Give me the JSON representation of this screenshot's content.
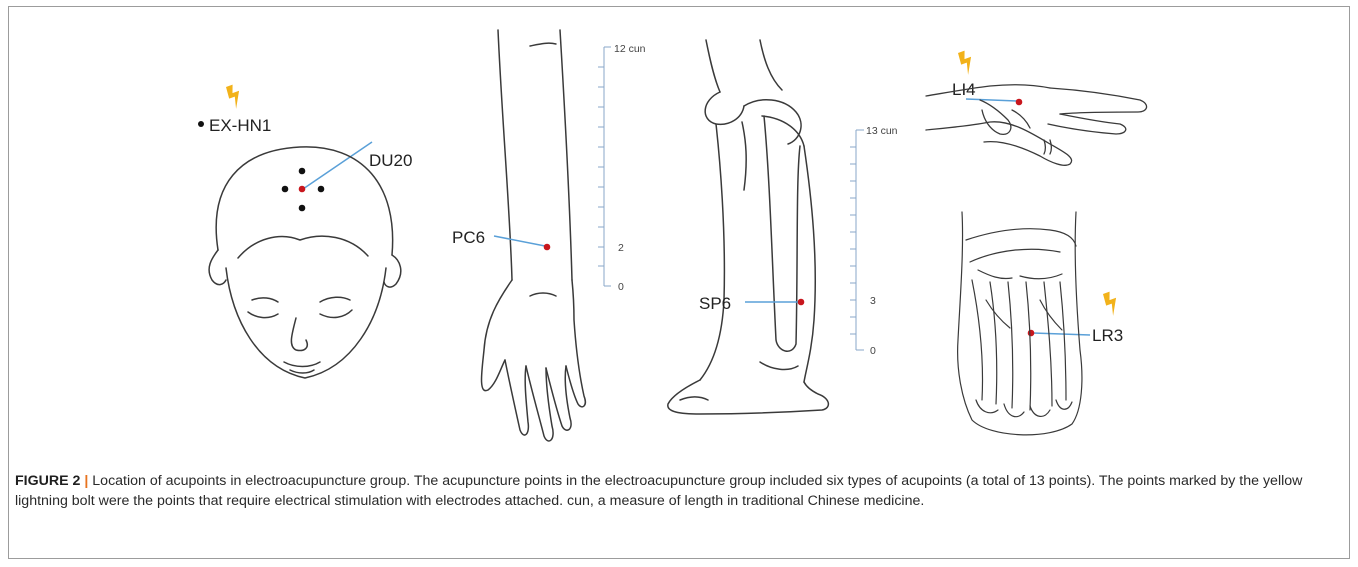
{
  "figure": {
    "label": "FIGURE 2",
    "separator": " | ",
    "caption": "Location of acupoints in electroacupuncture group. The acupuncture points in the electroacupuncture group included six types of acupoints (a total of 13 points). The points marked by the yellow lightning bolt were the points that require electrical stimulation with electrodes attached. cun, a measure of length in traditional Chinese medicine."
  },
  "head_panel": {
    "points": [
      "EX-HN1",
      "DU20"
    ]
  },
  "arm_panel": {
    "point": "PC6",
    "ruler_top": "12 cun",
    "ruler_mark": "2",
    "ruler_zero": "0"
  },
  "leg_panel": {
    "point": "SP6",
    "ruler_top": "13 cun",
    "ruler_mark": "3",
    "ruler_zero": "0"
  },
  "hand_panel": {
    "point": "LI4"
  },
  "foot_panel": {
    "point": "LR3"
  },
  "colors": {
    "point_red": "#c8161d",
    "leader_blue": "#5aa0d8",
    "bolt_yellow": "#f2b21a",
    "ruler": "#8aa7c8"
  }
}
